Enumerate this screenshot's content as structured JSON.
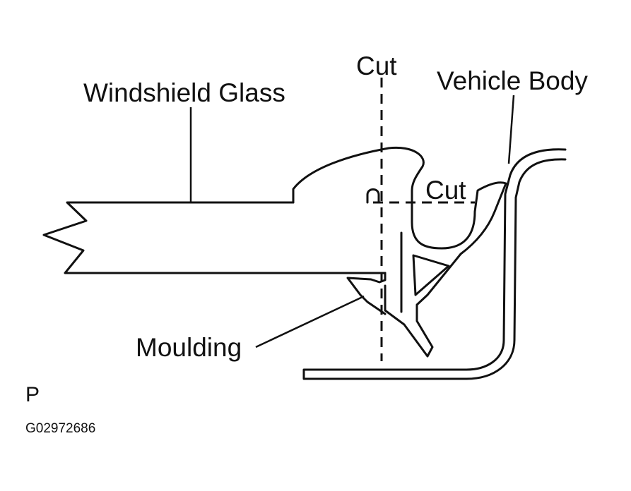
{
  "labels": {
    "windshield_glass": "Windshield Glass",
    "cut_vertical": "Cut",
    "vehicle_body": "Vehicle Body",
    "cut_horizontal": "Cut",
    "moulding": "Moulding",
    "view_letter": "P",
    "figure_code": "G02972686"
  },
  "colors": {
    "line": "#111111",
    "background": "#ffffff"
  }
}
